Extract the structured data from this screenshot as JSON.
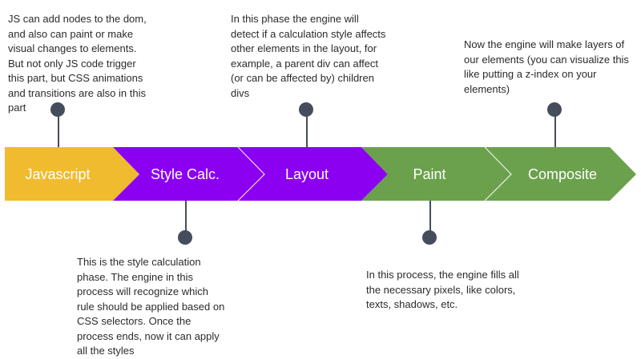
{
  "stages": [
    {
      "label": "Javascript",
      "color": "#f0bb2e"
    },
    {
      "label": "Style Calc.",
      "color": "#8c00f2"
    },
    {
      "label": "Layout",
      "color": "#8c00f2"
    },
    {
      "label": "Paint",
      "color": "#6ba14c"
    },
    {
      "label": "Composite",
      "color": "#6ba14c"
    }
  ],
  "notes": {
    "javascript": "JS can add nodes to the dom, and also can paint or make visual changes to elements. But not only JS code trigger this part, but CSS animations and transitions are also in this part",
    "style_calc": "This is the style calculation phase. The engine in this process will recognize which rule should be applied based on CSS selectors. Once the process ends, now it can apply all the styles",
    "layout": "In this phase the engine will detect if a calculation style affects other elements in the layout, for example, a parent div can affect (or can be affected by) children divs",
    "paint": "In this process, the engine fills all the necessary pixels, like colors, texts, shadows, etc.",
    "composite": "Now the engine will make layers of our elements (you can visualize this like putting a z-index on your elements)"
  },
  "colors": {
    "connector": "#454d5c",
    "divider": "#ffffff"
  }
}
